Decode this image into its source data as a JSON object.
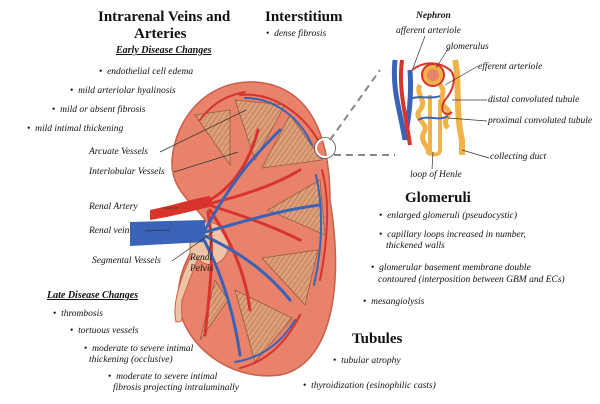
{
  "arteries": {
    "title_line1": "Intrarenal Veins and",
    "title_line2": "Arteries",
    "early_header": "Early Disease Changes",
    "early_items": [
      "endothelial cell edema",
      "mild arteriolar hyalinosis",
      "mild or absent fibrosis",
      "mild intimal thickening"
    ],
    "late_header": "Late Disease Changes",
    "late_items": [
      "thrombosis",
      "tortuous vessels",
      "moderate to severe intimal",
      "thickening (occlusive)",
      "moderate to severe intimal",
      "fibrosis projecting intraluminally"
    ]
  },
  "interstitium": {
    "title": "Interstitium",
    "items": [
      "dense fibrosis"
    ]
  },
  "nephron": {
    "title": "Nephron",
    "labels": [
      "afferent arteriole",
      "glomerulus",
      "efferent arteriole",
      "distal convoluted tubule",
      "proximal convoluted tubule",
      "collecting duct",
      "loop of Henle"
    ]
  },
  "glomeruli": {
    "title": "Glomeruli",
    "items": [
      "enlarged glomeruli (pseudocystic)",
      "capillary loops increased in number,",
      "thickened walls",
      "glomerular basement membrane double",
      "contoured (interposition between GBM and ECs)",
      "mesangiolysis"
    ]
  },
  "tubules": {
    "title": "Tubules",
    "items": [
      "tubular atrophy",
      "thyroidization (esinophilic casts)"
    ]
  },
  "kidney_labels": [
    "Arcuate Vessels",
    "Interlobular Vessels",
    "Renal Artery",
    "Renal vein",
    "Segmental Vessels",
    "Renal",
    "Pelvis"
  ],
  "colors": {
    "cortex": "#e8826a",
    "medulla": "#d9926a",
    "artery": "#d9342b",
    "vein": "#3a63b8",
    "tubule": "#f2b24a"
  }
}
